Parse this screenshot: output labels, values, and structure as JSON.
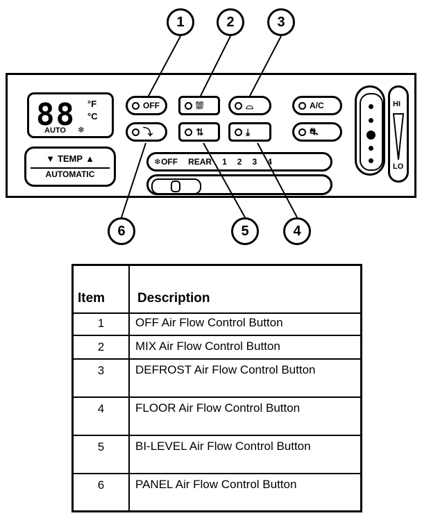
{
  "callouts": [
    "1",
    "2",
    "3",
    "4",
    "5",
    "6"
  ],
  "panel": {
    "display": {
      "digits": "88",
      "unit_f": "°F",
      "unit_c": "°C",
      "auto": "AUTO"
    },
    "temp": {
      "label": "TEMP",
      "automatic": "AUTOMATIC"
    },
    "buttons": {
      "off": "OFF",
      "ac": "A/C"
    },
    "fan": {
      "off": "OFF",
      "rear": "REAR",
      "speeds": [
        "1",
        "2",
        "3",
        "4"
      ]
    },
    "hilo": {
      "hi": "HI",
      "lo": "LO"
    }
  },
  "legend": {
    "headers": {
      "item": "Item",
      "description": "Description"
    },
    "rows": [
      {
        "item": "1",
        "description": "OFF Air Flow Control Button"
      },
      {
        "item": "2",
        "description": "MIX Air Flow Control Button"
      },
      {
        "item": "3",
        "description": "DEFROST Air Flow Control Button"
      },
      {
        "item": "4",
        "description": "FLOOR Air Flow Control Button"
      },
      {
        "item": "5",
        "description": "BI-LEVEL Air Flow Control Button"
      },
      {
        "item": "6",
        "description": "PANEL Air Flow Control Button"
      }
    ]
  }
}
